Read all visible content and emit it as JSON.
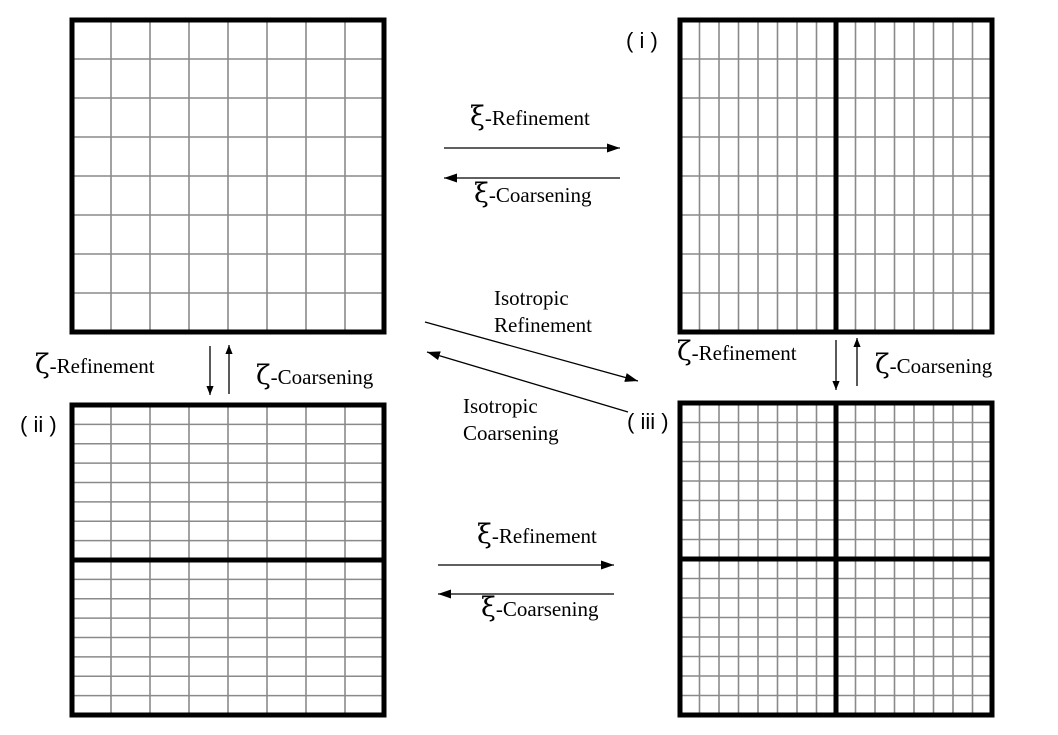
{
  "panels": {
    "original": {
      "cols": 8,
      "rows": 8,
      "split_v": false,
      "split_h": false
    },
    "i": {
      "tag": "( i )",
      "cols": 16,
      "rows": 8,
      "split_v": true,
      "split_h": false
    },
    "ii": {
      "tag": "( ii )",
      "cols": 8,
      "rows": 16,
      "split_v": false,
      "split_h": true
    },
    "iii": {
      "tag": "( iii )",
      "cols": 16,
      "rows": 16,
      "split_v": true,
      "split_h": true
    }
  },
  "labels": {
    "xi_symbol": "ξ",
    "zeta_symbol": "ζ",
    "refinement": "-Refinement",
    "coarsening": "-Coarsening",
    "iso_refine_1": "Isotropic",
    "iso_refine_2": "Refinement",
    "iso_coarsen_1": "Isotropic",
    "iso_coarsen_2": "Coarsening"
  }
}
